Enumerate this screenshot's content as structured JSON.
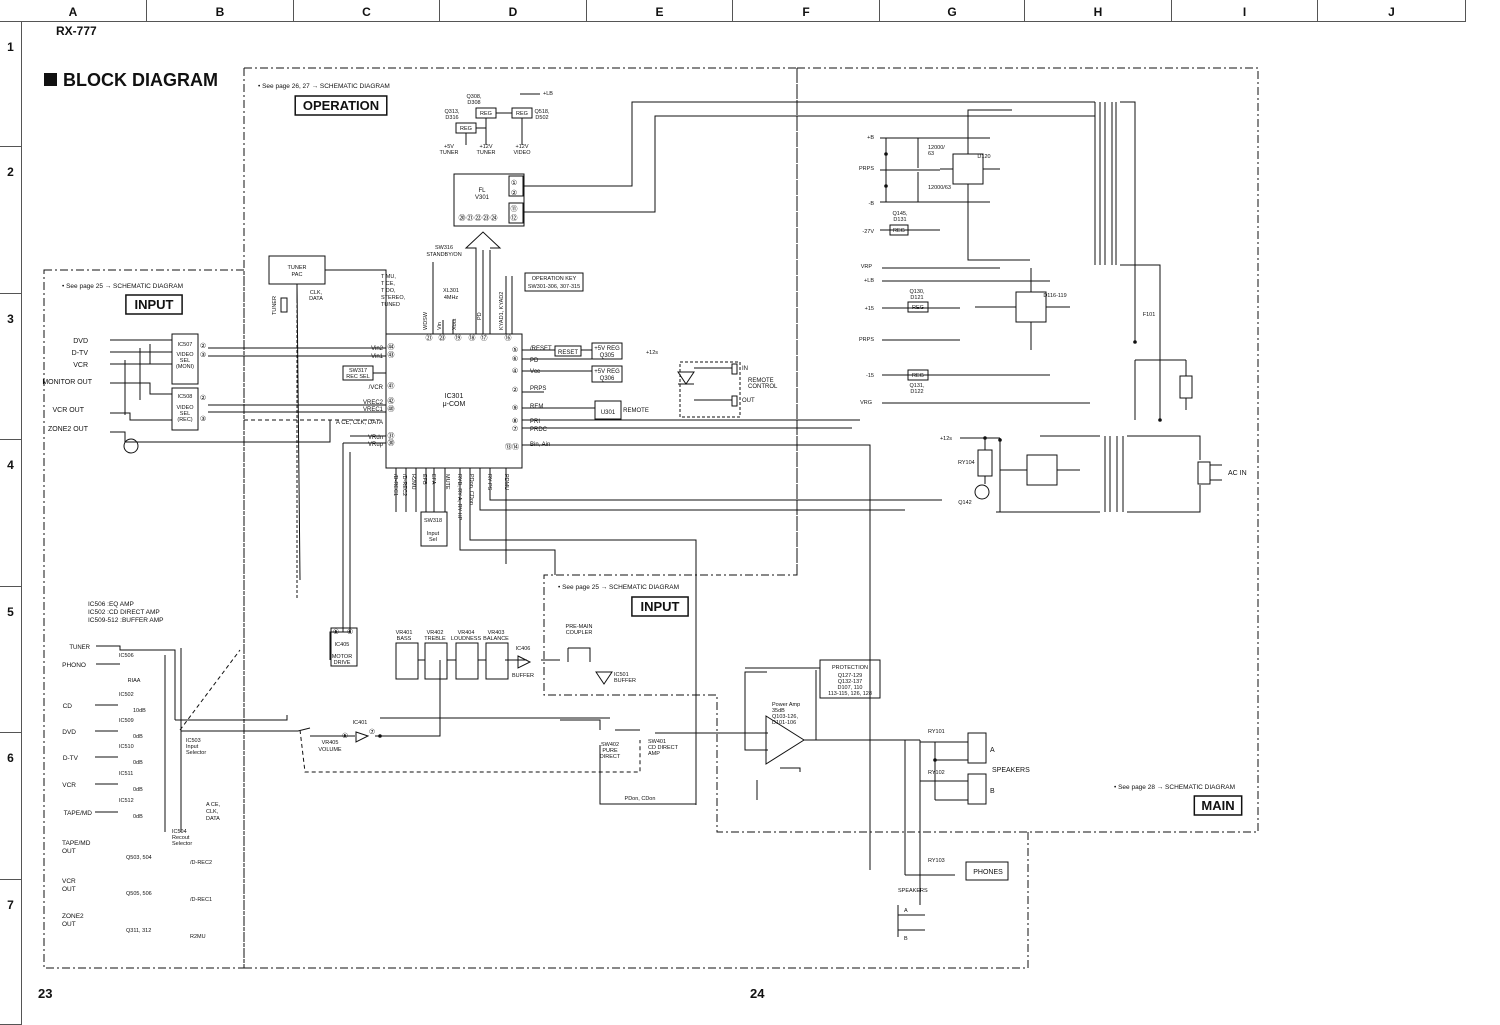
{
  "grid": {
    "columns": [
      "A",
      "B",
      "C",
      "D",
      "E",
      "F",
      "G",
      "H",
      "I",
      "J"
    ],
    "rows": [
      "1",
      "2",
      "3",
      "4",
      "5",
      "6",
      "7"
    ]
  },
  "header": {
    "model": "RX-777",
    "title": "BLOCK DIAGRAM"
  },
  "pages": {
    "left": "23",
    "right": "24"
  },
  "sections": {
    "operation": {
      "label": "OPERATION",
      "ref": "• See page 26, 27 → SCHEMATIC DIAGRAM"
    },
    "input_top": {
      "label": "INPUT",
      "ref": "• See page 25 → SCHEMATIC DIAGRAM"
    },
    "input_mid": {
      "label": "INPUT",
      "ref": "• See page 25 → SCHEMATIC DIAGRAM"
    },
    "main": {
      "label": "MAIN",
      "ref": "• See page 28 → SCHEMATIC DIAGRAM"
    }
  },
  "input_jacks": [
    "DVD",
    "D-TV",
    "VCR",
    "MONITOR OUT",
    "VCR OUT",
    "ZONE2 OUT"
  ],
  "selector": {
    "ic507": "IC507",
    "ic507_desc": [
      "VIDEO",
      "SEL",
      "(MONI)"
    ],
    "ic508": "IC508",
    "ic508_desc": [
      "VIDEO",
      "SEL",
      "(REC)"
    ]
  },
  "tuner_pac": [
    "TUNER",
    "PAC"
  ],
  "tuner_vertical": "TUNER",
  "tuner_signals": [
    "CLK,",
    "DATA"
  ],
  "tuner_ctrl": [
    "T MU,",
    "T CE,",
    "T DO,",
    "STEREO,",
    "TUNED"
  ],
  "power_regs": {
    "q308": [
      "Q308,",
      "D308"
    ],
    "q313": [
      "Q313,",
      "D316"
    ],
    "q518": [
      "Q518,",
      "D502"
    ],
    "reg": "REG",
    "lb": "+LB",
    "out_tuner5": [
      "+5V",
      "TUNER"
    ],
    "out_tuner12": [
      "+12V",
      "TUNER"
    ],
    "out_video12": [
      "+12V",
      "VIDEO"
    ]
  },
  "fl": {
    "name": [
      "FL",
      "V301"
    ]
  },
  "standby": [
    "SW316",
    "STANDBY/ON"
  ],
  "xtal": [
    "XL301",
    "4MHz"
  ],
  "op_key": [
    "OPERATION KEY",
    "SW301-306, 307-315"
  ],
  "ic301": [
    "IC301",
    "μ-COM"
  ],
  "cpu_left": [
    "Vin2",
    "Vin1",
    "/VCR",
    "VREC2",
    "VREC1",
    "A CE, CLK, DATA",
    "VRdn",
    "VRup"
  ],
  "sw317": [
    "SW317",
    "REC SEL"
  ],
  "cpu_top": [
    "WDSW",
    "Vin",
    "Xout",
    "PD",
    "KYAD1, KYAD2"
  ],
  "cpu_right": [
    "/RESET",
    "PD",
    "Vcc",
    "PRPS",
    "REM",
    "PRI",
    "PRDC",
    "Bin, Ain"
  ],
  "reset_box": "RESET",
  "q305": [
    "+5V REG",
    "Q305"
  ],
  "q306": [
    "+5V REG",
    "Q306"
  ],
  "plus12s": "+12s",
  "u301": "U301",
  "remote": "REMOTE",
  "remote_ctrl": [
    "IN",
    "REMOTE",
    "CONTROL",
    "OUT"
  ],
  "cpu_bottom": [
    "/D-REC1",
    "/D-REC2",
    "R2MU",
    "EFB",
    "EFA",
    "MUTE",
    "RYB, RY A, RY HP",
    "PDon, CDon",
    "RY PS",
    "PDMU"
  ],
  "sw318": [
    "SW318",
    "Input",
    "Sel"
  ],
  "ic_legend": [
    "IC506        :EQ AMP",
    "IC502        :CD DIRECT AMP",
    "IC509-512  :BUFFER AMP"
  ],
  "source_inputs": [
    "TUNER",
    "PHONO",
    "CD",
    "DVD",
    "D-TV",
    "VCR",
    "TAPE/MD"
  ],
  "amps": {
    "ic506": "IC506",
    "riaa": "RIAA",
    "ic502": "IC502",
    "g10": "10dB",
    "ic509": "IC509",
    "ic510": "IC510",
    "ic511": "IC511",
    "ic512": "IC512",
    "g0": "0dB"
  },
  "ic503": [
    "IC503",
    "Input",
    "Selector"
  ],
  "ic504": [
    "IC504",
    "Recout",
    "Selector"
  ],
  "ace_clk": [
    "A CE,",
    "CLK,",
    "DATA"
  ],
  "rec_outs": [
    "TAPE/MD",
    "OUT",
    "VCR",
    "OUT",
    "ZONE2",
    "OUT"
  ],
  "rec_transistors": [
    "Q503, 504",
    "Q505, 506",
    "Q311, 312"
  ],
  "rec_ctrl": [
    "/D-REC2",
    "/D-REC1",
    "R2MU"
  ],
  "motor": [
    "IC405",
    "MOTOR",
    "DRIVE"
  ],
  "volume": [
    "VR405",
    "VOLUME"
  ],
  "ic401": "IC401",
  "tone_vrs": [
    [
      "VR401",
      "BASS"
    ],
    [
      "VR402",
      "TREBLE"
    ],
    [
      "VR404",
      "LOUDNESS"
    ],
    [
      "VR403",
      "BALANCE"
    ]
  ],
  "ic406": [
    "IC406",
    "BUFFER"
  ],
  "coupler": [
    "PRE-MAIN",
    "COUPLER"
  ],
  "ic501": [
    "IC501",
    "BUFFER"
  ],
  "sw402": [
    "SW402",
    "PURE",
    "DIRECT"
  ],
  "sw401": [
    "SW401",
    "CD DIRECT",
    "AMP"
  ],
  "pdon": "PDon, CDon",
  "protection": [
    "PROTECTION",
    "Q127-129",
    "Q132-137",
    "D107, 110",
    "113-115, 126, 128"
  ],
  "power_amp": [
    "Power Amp",
    "35dB",
    "Q103-126,",
    "D101-106"
  ],
  "relays": [
    "RY101",
    "RY102",
    "RY103",
    "RY104"
  ],
  "speakers": {
    "a": "A",
    "b": "B",
    "label": "SPEAKERS"
  },
  "phones": "PHONES",
  "sp_switch": [
    "SPEAKERS",
    "A",
    "B"
  ],
  "psu": {
    "rails": [
      "+B",
      "PRPS",
      "-B",
      "-27V",
      "VRP",
      "+LB",
      "+15",
      "PRPS",
      "-15",
      "VRG"
    ],
    "caps": [
      "12000/",
      "63",
      "12000/63"
    ],
    "d120": "D120",
    "q145": [
      "Q145,",
      "D131"
    ],
    "q130": [
      "Q130,",
      "D121"
    ],
    "q131": [
      "Q131,",
      "D122"
    ],
    "d116": "D116-119",
    "f101": "F101",
    "q142": "Q142",
    "ac_in": "AC IN",
    "p12s": "+12s",
    "reg": "REG"
  },
  "pin_numbers": {
    "sel_in": [
      "②",
      "③"
    ],
    "cpu_left": [
      "㊹",
      "㊸",
      "㊶",
      "㊷",
      "㊵",
      "㉛",
      "㉚"
    ],
    "cpu_top": [
      "㉑",
      "㉓",
      "⑲",
      "⑱",
      "⑰",
      "⑯"
    ],
    "cpu_right": [
      "⑤",
      "⑥",
      "④",
      "②",
      "⑨",
      "⑧",
      "⑦",
      "⑬⑭"
    ],
    "fl": [
      "①",
      "②",
      "⑪",
      "⑫"
    ],
    "fl_bottom": [
      "⑳",
      "㉑",
      "㉒",
      "㉓",
      "㉔"
    ],
    "motor": [
      "⑤",
      "⑥"
    ],
    "ic401": [
      "⑤",
      "⑦"
    ]
  }
}
